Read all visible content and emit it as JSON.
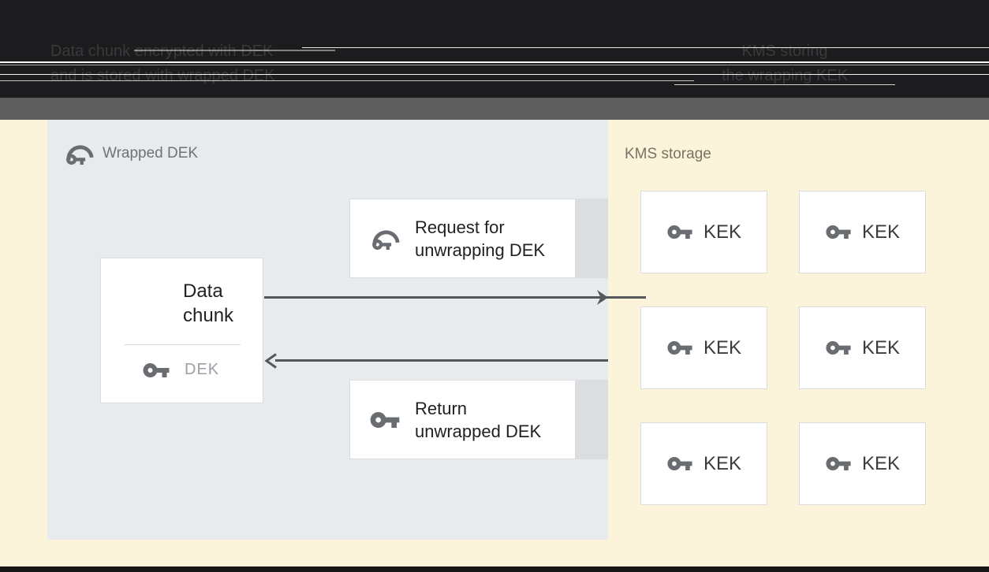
{
  "header": {
    "left_caption": {
      "line1": "Data chunk encrypted with DEK",
      "line2": "and is stored with wrapped DEK"
    },
    "right_caption": {
      "line1": "KMS storing",
      "line2": "the wrapping KEK"
    }
  },
  "wrapped_dek_panel": {
    "label": "Wrapped DEK",
    "data_chunk_box": {
      "title_line1": "Data",
      "title_line2": "chunk",
      "key_label": "DEK"
    },
    "request_box": {
      "line1": "Request for",
      "line2": "unwrapping DEK"
    },
    "return_box": {
      "line1": "Return",
      "line2": "unwrapped DEK"
    }
  },
  "kms_panel": {
    "label": "KMS storage",
    "keks": [
      {
        "label": "KEK"
      },
      {
        "label": "KEK"
      },
      {
        "label": "KEK"
      },
      {
        "label": "KEK"
      },
      {
        "label": "KEK"
      },
      {
        "label": "KEK"
      }
    ]
  },
  "icons": {
    "wrapped_key": "wrapped-key-icon",
    "key": "key-icon",
    "data_chunk": "data-chunk-stack-icon",
    "arrow_right": "arrow-right",
    "arrow_left": "arrow-left"
  },
  "colors": {
    "header_black": "#1C1C1E",
    "header_gray_band": "#5E5E5E",
    "background_yellow": "#FBF4DB",
    "panel_bluegray": "#E8EBEE",
    "box_white": "#FFFFFF",
    "box_border": "#DADCDF",
    "shadow_strip": "#DCDDDE",
    "icon_gray": "#696C70",
    "text_dark": "#202124",
    "dek_text_gray": "#9BA0A5",
    "panel_label_gray": "#6F7377",
    "kms_label_gray": "#7A7363",
    "arrow_gray": "#54575B"
  }
}
